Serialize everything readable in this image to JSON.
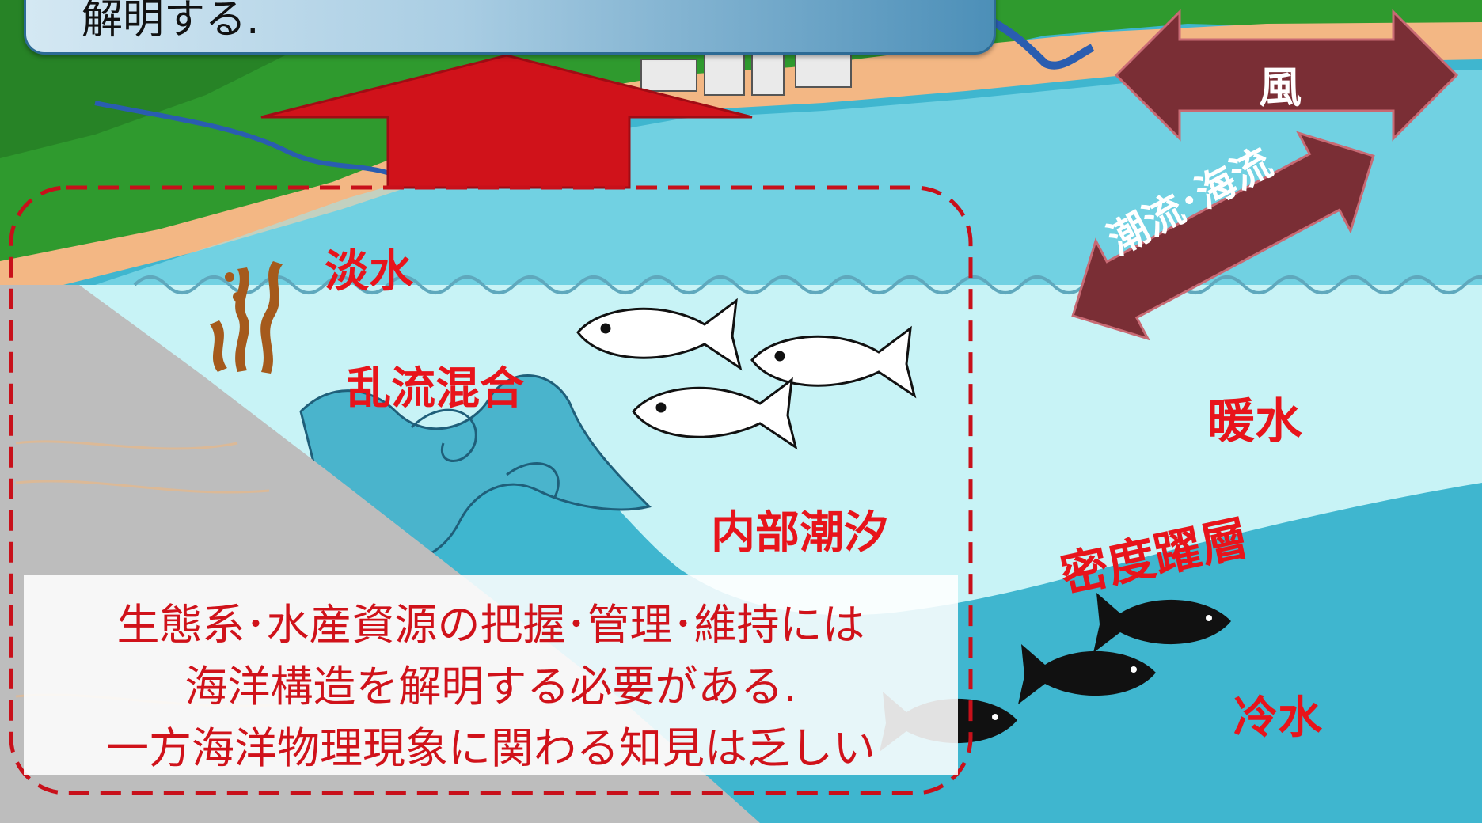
{
  "title": "解明する.",
  "labels": {
    "fresh_water": "淡水",
    "turbulent_mixing": "乱流混合",
    "internal_tide": "内部潮汐",
    "warm_water": "暖水",
    "pycnocline": "密度躍層",
    "cold_water": "冷水"
  },
  "arrows": {
    "wind": "風",
    "tidal_current": "潮流･海流"
  },
  "message": {
    "line1": "生態系･水産資源の把握･管理･維持には",
    "line2": "海洋構造を解明する必要がある.",
    "line3": "一方海洋物理現象に関わる知見は乏しい"
  },
  "colors": {
    "label_red": "#e8141b",
    "arrow_up_red": "#d0121a",
    "arrow_dark_red": "#7a2e35",
    "dashed_border": "#c8101a",
    "land_green": "#2f9a2e",
    "beach": "#f3b784",
    "shallow_water": "#9be8f2",
    "warm_water": "#c8f3f6",
    "cold_water": "#39b2cb",
    "slope_gray": "#bdbdbd"
  },
  "icons": [
    "fish-icon",
    "seaweed-icon",
    "building-icon",
    "river-icon",
    "wave-icon",
    "double-arrow-icon",
    "up-arrow-icon"
  ]
}
